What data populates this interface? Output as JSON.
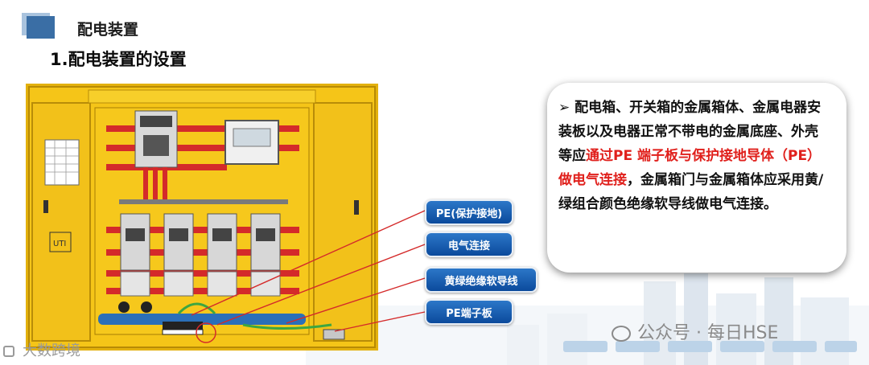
{
  "header": {
    "section_title": "配电装置",
    "sub_title": "1.配电装置的设置"
  },
  "callouts": [
    {
      "label": "PE(保护接地)"
    },
    {
      "label": "电气连接"
    },
    {
      "label": "黄绿绝缘软导线"
    },
    {
      "label": "PE端子板"
    }
  ],
  "text_card": {
    "bullet": "➢",
    "segments": [
      "配电箱、开关箱的金属箱体、金属电器安装板以及电器正常不带电的金属底座、外壳等应",
      "通过PE 端子板与保护接地导体（PE）做电气连接",
      "，金属箱门与金属箱体应采用黄/绿组合颜色绝缘软导线做电气连接。"
    ]
  },
  "colors": {
    "cabinet_yellow": "#f5c518",
    "busbar_red": "#d42a2a",
    "callout_blue": "#1560b8",
    "highlight_red": "#e0201c"
  },
  "watermarks": {
    "right": "公众号 · 每日HSE",
    "left": "大数跨境"
  }
}
